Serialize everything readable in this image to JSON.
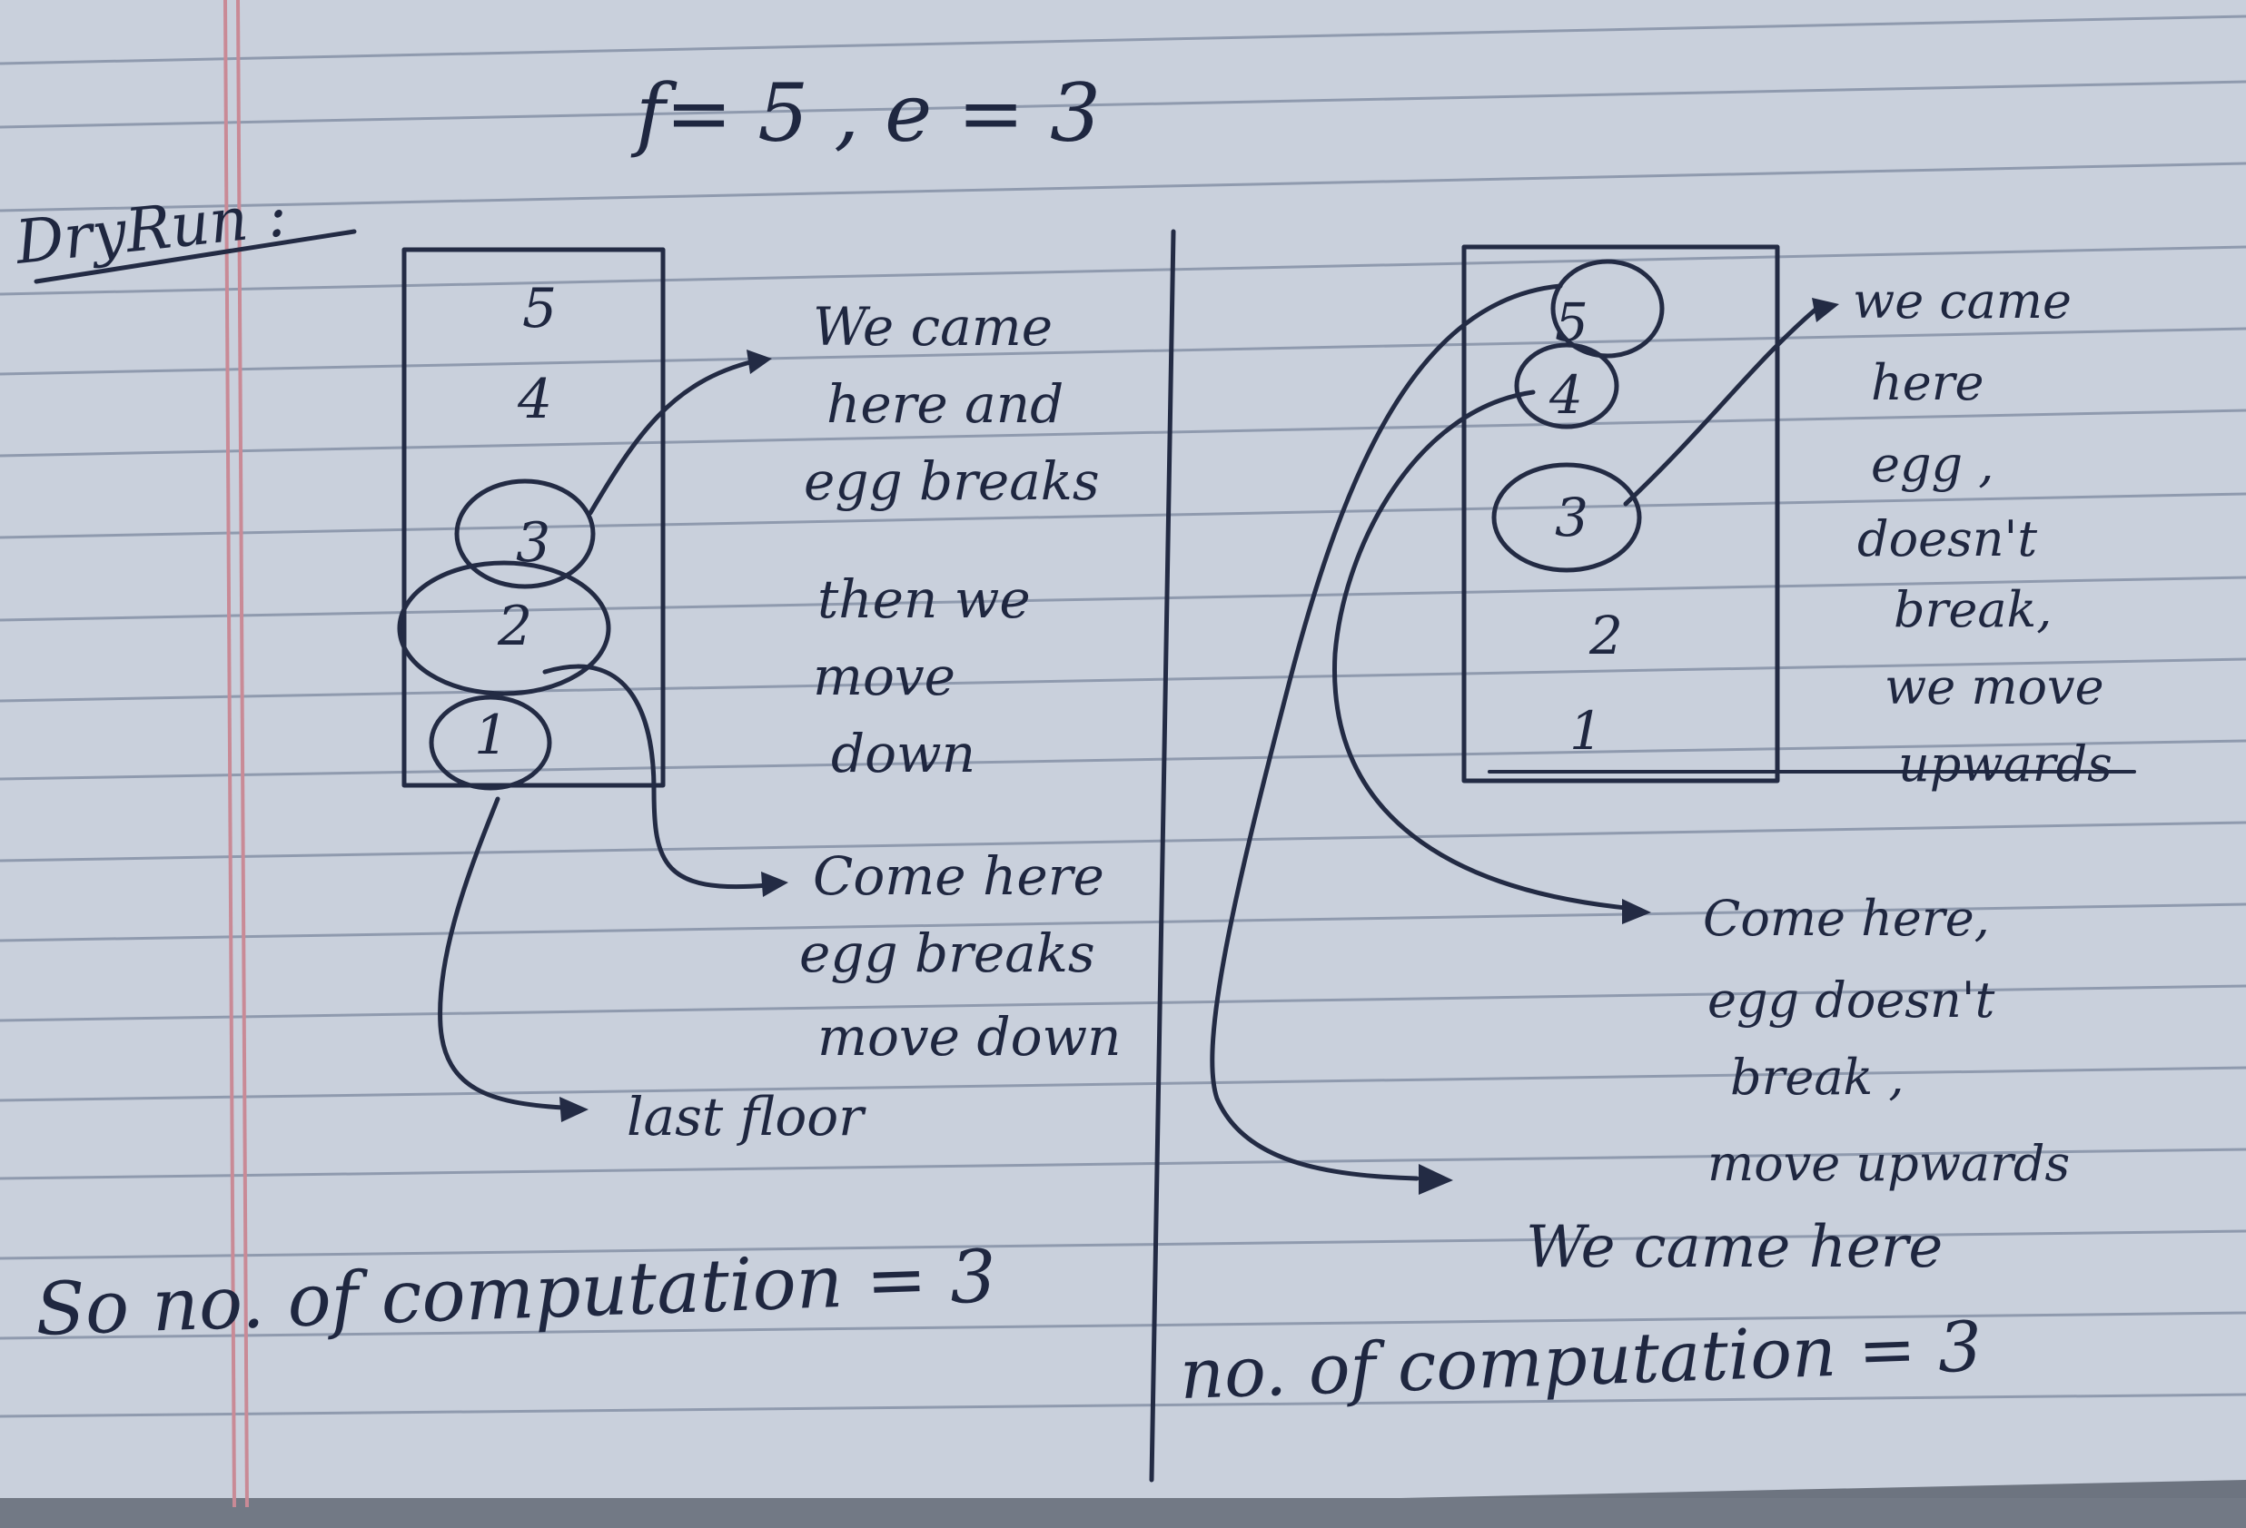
{
  "header": {
    "title": "DryRun :",
    "values": "f= 5 , e = 3"
  },
  "left_case": {
    "floors": [
      "5",
      "4",
      "3",
      "2",
      "1"
    ],
    "note_1": [
      "We came",
      "here and",
      "egg breaks",
      "then we",
      "move",
      "down"
    ],
    "note_2": [
      "Come here",
      "egg breaks",
      "move down"
    ],
    "note_3": "last floor",
    "result": "So no. of computation = 3"
  },
  "right_case": {
    "floors": [
      "5",
      "4",
      "3",
      "2",
      "1"
    ],
    "note_1": [
      "we came",
      "here",
      "egg ,",
      "doesn't",
      "break,",
      "we move",
      "upwards"
    ],
    "note_2": [
      "Come here,",
      "egg doesn't",
      "break ,",
      "move upwards"
    ],
    "note_3": "We came here",
    "result": "no. of computation = 3"
  },
  "colors": {
    "paper": "#c9d0dc",
    "ink": "#232b44",
    "rule": "#8f9aae",
    "margin": "#c98a96"
  }
}
